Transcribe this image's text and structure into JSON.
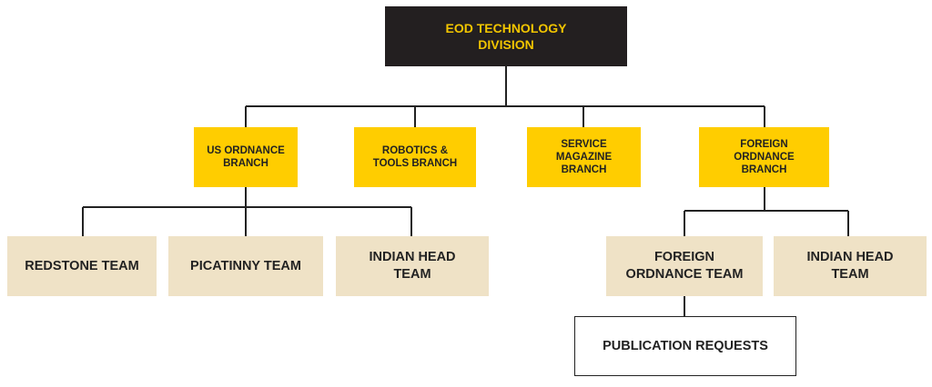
{
  "colors": {
    "root_bg": "#231f20",
    "root_text": "#f2c500",
    "branch_bg": "#ffcd00",
    "team_bg": "#efe2c6",
    "line": "#222222"
  },
  "root": {
    "label": "EOD TECHNOLOGY\nDIVISION"
  },
  "branches": {
    "us_ordnance": "US ORDNANCE\nBRANCH",
    "robotics_tools": "ROBOTICS &\nTOOLS BRANCH",
    "service_magazine": "SERVICE\nMAGAZINE\nBRANCH",
    "foreign_ordnance": "FOREIGN\nORDNANCE\nBRANCH"
  },
  "teams": {
    "redstone": "REDSTONE TEAM",
    "picatinny": "PICATINNY TEAM",
    "indian_head_us": "INDIAN HEAD\nTEAM",
    "foreign_ordnance": "FOREIGN\nORDNANCE TEAM",
    "indian_head_foreign": "INDIAN HEAD\nTEAM"
  },
  "publication_requests": "PUBLICATION REQUESTS"
}
